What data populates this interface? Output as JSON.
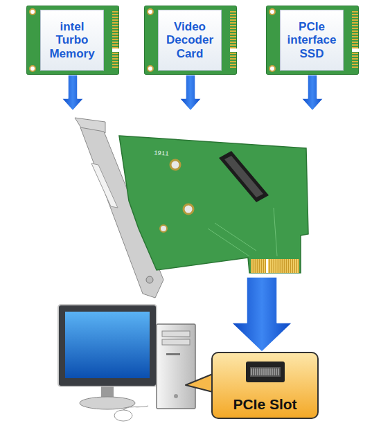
{
  "diagram": {
    "nodes": [
      {
        "text": [
          "intel Turbo Memory"
        ]
      },
      {
        "text": [
          "Video Decoder Card"
        ]
      },
      {
        "text": [
          "PCIe interface SSD"
        ]
      },
      {
        "text": [
          "1911"
        ]
      },
      {
        "text": [
          "PCIe Slot"
        ]
      }
    ],
    "edges": [
      {
        "from": 0,
        "to": 3,
        "arrow": "to"
      },
      {
        "from": 1,
        "to": 3,
        "arrow": "to"
      },
      {
        "from": 2,
        "to": 3,
        "arrow": "to"
      },
      {
        "from": 3,
        "to": 4,
        "arrow": "to"
      }
    ]
  }
}
